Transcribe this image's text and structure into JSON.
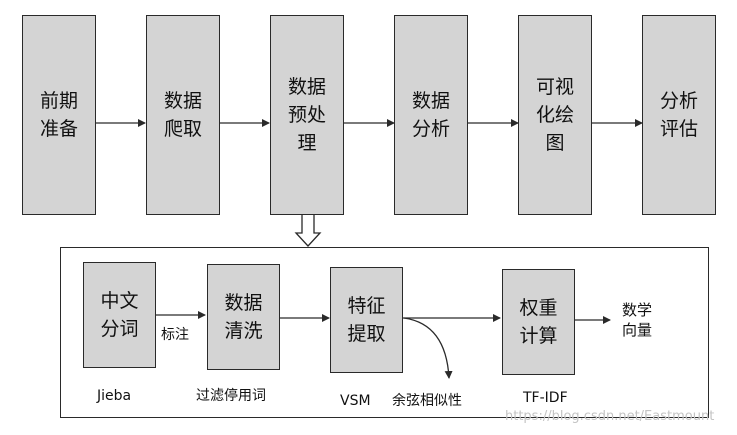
{
  "top_steps": [
    {
      "id": "prep",
      "label": "前期准备"
    },
    {
      "id": "crawl",
      "label": "数据爬取"
    },
    {
      "id": "preprocess",
      "label": "数据预处理"
    },
    {
      "id": "analysis",
      "label": "数据分析"
    },
    {
      "id": "visual",
      "label": "可视化绘图"
    },
    {
      "id": "eval",
      "label": "分析评估"
    }
  ],
  "sub_steps": [
    {
      "id": "seg",
      "label": "中文分词",
      "caption": "Jieba"
    },
    {
      "id": "clean",
      "label": "数据清洗",
      "caption": "过滤停用词"
    },
    {
      "id": "feature",
      "label": "特征提取",
      "caption": "VSM"
    },
    {
      "id": "weight",
      "label": "权重计算",
      "caption": "TF-IDF"
    }
  ],
  "edge_labels": {
    "seg_to_clean": "标注",
    "feature_branch": "余弦相似性",
    "output": "数学向量"
  },
  "watermark": "https://blog.csdn.net/Eastmount",
  "colors": {
    "box_fill": "#d4d4d4",
    "stroke": "#2a2a2a"
  }
}
